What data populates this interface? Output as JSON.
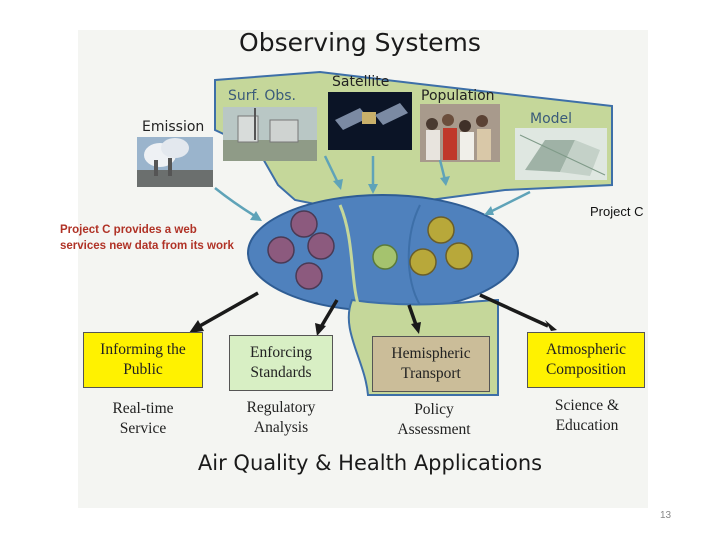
{
  "title": "Observing Systems",
  "sources": {
    "emission": "Emission",
    "surf_obs": "Surf. Obs.",
    "satellite": "Satellite",
    "population": "Population",
    "model": "Model"
  },
  "annotations": {
    "left_note": "Project C provides a web services new data from its work",
    "right_note": "Project C"
  },
  "applications": [
    {
      "label": "Informing the Public",
      "sub": "Real-time Service",
      "color": "#fff200"
    },
    {
      "label": "Enforcing Standards",
      "sub": "Regulatory Analysis",
      "color": "#d8efc4"
    },
    {
      "label": "Hemispheric Transport",
      "sub": "Policy Assessment",
      "color": "#cbbd99"
    },
    {
      "label": "Atmospheric Composition",
      "sub": "Science & Education",
      "color": "#fff200"
    }
  ],
  "footer_title": "Air Quality & Health Applications",
  "page_number": "13",
  "colors": {
    "hub_blue": "#4f81bd",
    "funnel_green": "#c5d79a",
    "node_purple": "#8c5a7e",
    "node_olive": "#b8a83a",
    "node_green": "#a5c36e",
    "left_note_red": "#b03226"
  }
}
